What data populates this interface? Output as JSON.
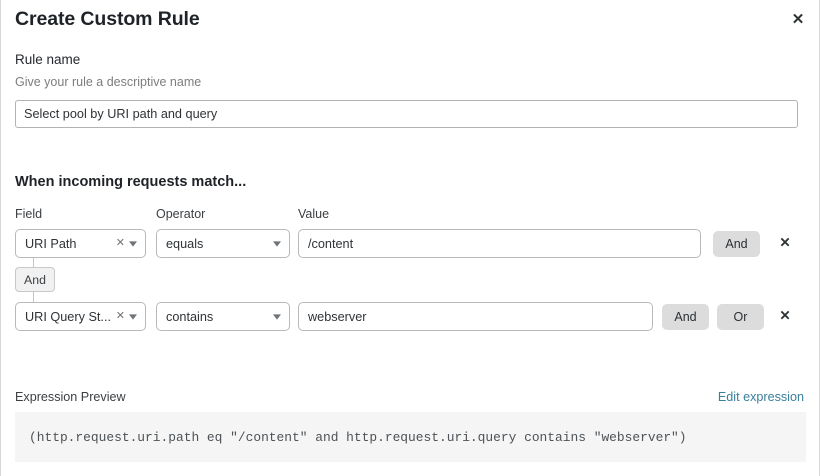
{
  "dialog": {
    "title": "Create Custom Rule",
    "close_icon": "close-icon"
  },
  "rule_name": {
    "label": "Rule name",
    "help": "Give your rule a descriptive name",
    "value": "Select pool by URI path and query",
    "placeholder": "Rule name"
  },
  "match_section": {
    "heading": "When incoming requests match...",
    "columns": {
      "field": "Field",
      "operator": "Operator",
      "value": "Value"
    },
    "connector": {
      "label": "And"
    },
    "rows": [
      {
        "field": "URI Path",
        "field_clear_icon": "clear-icon",
        "field_caret_icon": "chevron-down-icon",
        "operator": "equals",
        "operator_caret_icon": "chevron-down-icon",
        "value": "/content",
        "value_placeholder": "Value",
        "buttons": [
          "And"
        ],
        "delete_icon": "close-icon"
      },
      {
        "field": "URI Query St...",
        "field_clear_icon": "clear-icon",
        "field_caret_icon": "chevron-down-icon",
        "operator": "contains",
        "operator_caret_icon": "chevron-down-icon",
        "value": "webserver",
        "value_placeholder": "Value",
        "buttons": [
          "And",
          "Or"
        ],
        "delete_icon": "close-icon"
      }
    ]
  },
  "expression_preview": {
    "label": "Expression Preview",
    "edit_link": "Edit expression",
    "code": "(http.request.uri.path eq \"/content\" and http.request.uri.query contains \"webserver\")"
  },
  "colors": {
    "link": "#3a7f9c",
    "button_gray": "#dcdcdc",
    "code_bg": "#f5f5f5",
    "border": "#b9b9b9"
  }
}
